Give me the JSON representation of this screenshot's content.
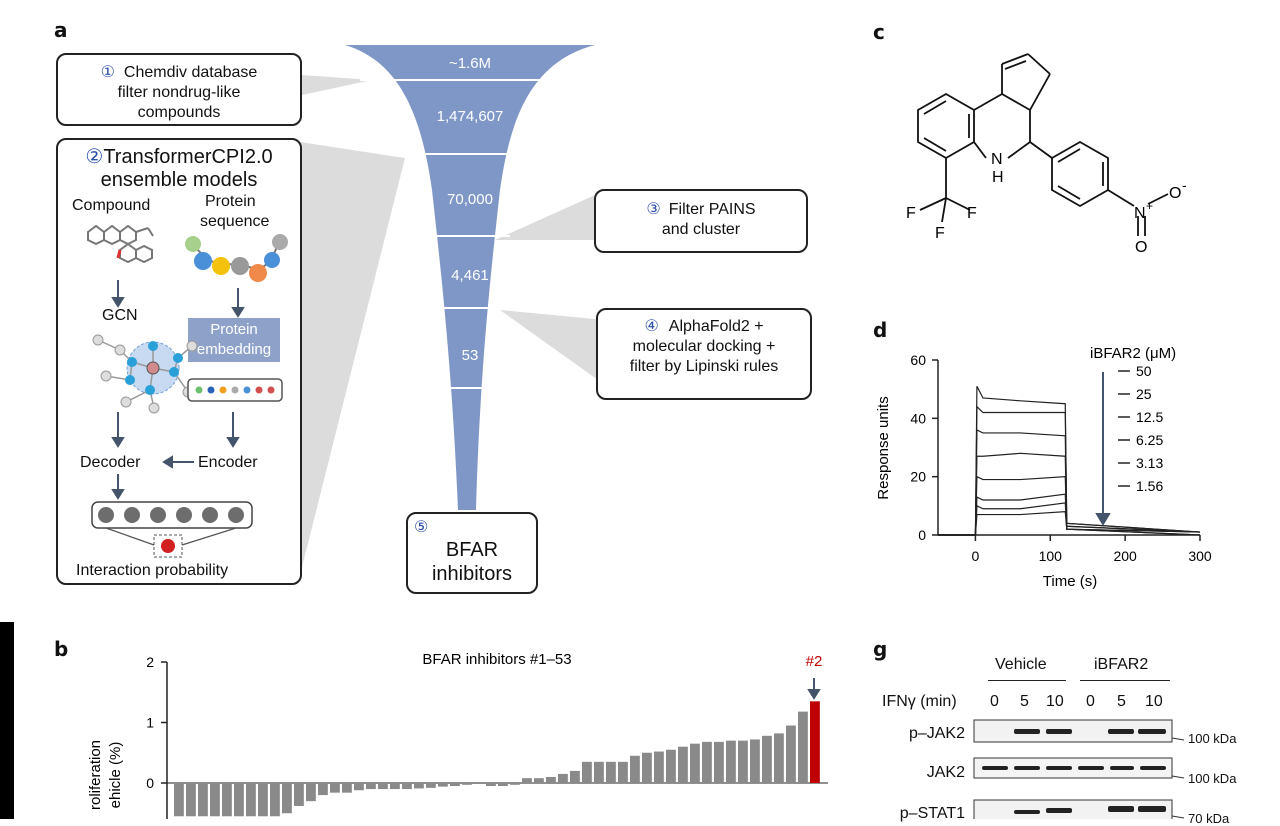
{
  "panel_a": {
    "label": "a",
    "funnel_values": [
      "~1.6M",
      "1,474,607",
      "70,000",
      "4,461",
      "53"
    ],
    "step1": {
      "num": "①",
      "text1": "Chemdiv database",
      "text2": "filter nondrug-like",
      "text3": "compounds"
    },
    "step2": {
      "num": "②",
      "title1": "TransformerCPI2.0",
      "title2": "ensemble models",
      "compound": "Compound",
      "protein1": "Protein",
      "protein2": "sequence",
      "gcn": "GCN",
      "emb1": "Protein",
      "emb2": "embedding",
      "decoder": "Decoder",
      "encoder": "Encoder",
      "interaction": "Interaction probability"
    },
    "step3": {
      "num": "③",
      "text1": "Filter PAINS",
      "text2": "and cluster"
    },
    "step4": {
      "num": "④",
      "text1": "AlphaFold2 +",
      "text2": "molecular docking +",
      "text3": "filter by Lipinski rules"
    },
    "step5": {
      "num": "⑤",
      "text1": "BFAR",
      "text2": "inhibitors"
    }
  },
  "panel_c": {
    "label": "c",
    "atoms": {
      "nh": "N",
      "h": "H",
      "f1": "F",
      "f2": "F",
      "f3": "F",
      "n": "N",
      "plus": "+",
      "o1": "O",
      "minus": "-",
      "o2": "O"
    }
  },
  "panel_d": {
    "label": "d",
    "chart_data": {
      "type": "line",
      "xlabel": "Time (s)",
      "ylabel": "Response units",
      "xticks": [
        "0",
        "100",
        "200",
        "300"
      ],
      "yticks": [
        "0",
        "20",
        "40",
        "60"
      ],
      "xlim": [
        -50,
        300
      ],
      "ylim": [
        0,
        60
      ],
      "legend_title": "iBFAR2 (μM)",
      "series": [
        {
          "name": "50",
          "values": [
            [
              -50,
              0
            ],
            [
              0,
              0
            ],
            [
              2,
              51
            ],
            [
              10,
              47
            ],
            [
              60,
              46
            ],
            [
              120,
              45
            ],
            [
              122,
              4
            ],
            [
              300,
              1
            ]
          ]
        },
        {
          "name": "25",
          "values": [
            [
              -50,
              0
            ],
            [
              0,
              0
            ],
            [
              2,
              44
            ],
            [
              10,
              42
            ],
            [
              60,
              42
            ],
            [
              120,
              42
            ],
            [
              122,
              4
            ],
            [
              300,
              1
            ]
          ]
        },
        {
          "name": "12.5",
          "values": [
            [
              -50,
              0
            ],
            [
              0,
              0
            ],
            [
              2,
              36
            ],
            [
              10,
              35
            ],
            [
              60,
              35
            ],
            [
              120,
              34
            ],
            [
              122,
              3
            ],
            [
              300,
              1
            ]
          ]
        },
        {
          "name": "6.25",
          "values": [
            [
              -50,
              0
            ],
            [
              0,
              0
            ],
            [
              2,
              27
            ],
            [
              10,
              27
            ],
            [
              60,
              28
            ],
            [
              120,
              27
            ],
            [
              122,
              3
            ],
            [
              300,
              1
            ]
          ]
        },
        {
          "name": "3.13",
          "values": [
            [
              -50,
              0
            ],
            [
              0,
              0
            ],
            [
              2,
              20
            ],
            [
              10,
              19
            ],
            [
              60,
              19
            ],
            [
              120,
              20
            ],
            [
              122,
              2
            ],
            [
              300,
              1
            ]
          ]
        },
        {
          "name": "1.56",
          "values": [
            [
              -50,
              0
            ],
            [
              0,
              0
            ],
            [
              2,
              13
            ],
            [
              10,
              12
            ],
            [
              60,
              12
            ],
            [
              120,
              14
            ],
            [
              122,
              2
            ],
            [
              300,
              1
            ]
          ]
        },
        {
          "name": "",
          "values": [
            [
              -50,
              0
            ],
            [
              0,
              0
            ],
            [
              2,
              10
            ],
            [
              10,
              9
            ],
            [
              60,
              9
            ],
            [
              120,
              11
            ],
            [
              122,
              2
            ],
            [
              300,
              0
            ]
          ]
        },
        {
          "name": "",
          "values": [
            [
              -50,
              0
            ],
            [
              0,
              0
            ],
            [
              2,
              7
            ],
            [
              10,
              7
            ],
            [
              60,
              7
            ],
            [
              120,
              8
            ],
            [
              122,
              2
            ],
            [
              300,
              0
            ]
          ]
        }
      ]
    }
  },
  "panel_b": {
    "label": "b",
    "chart_data": {
      "type": "bar",
      "title": "BFAR inhibitors #1–53",
      "ylabel_line1": "roliferation",
      "ylabel_line2": "ehicle (%)",
      "yticks": [
        "2",
        "1",
        "0"
      ],
      "ylim": [
        -0.6,
        2
      ],
      "highlight_label": "#2",
      "highlight_index": 52,
      "bar_color": "#8a8a8a",
      "highlight_color": "#c00000",
      "values": [
        -0.55,
        -0.55,
        -0.55,
        -0.55,
        -0.55,
        -0.55,
        -0.55,
        -0.55,
        -0.55,
        -0.5,
        -0.38,
        -0.3,
        -0.2,
        -0.16,
        -0.16,
        -0.12,
        -0.1,
        -0.1,
        -0.1,
        -0.1,
        -0.09,
        -0.08,
        -0.06,
        -0.05,
        -0.03,
        0,
        -0.05,
        -0.05,
        -0.03,
        0.08,
        0.08,
        0.1,
        0.15,
        0.2,
        0.35,
        0.35,
        0.35,
        0.35,
        0.45,
        0.5,
        0.52,
        0.55,
        0.6,
        0.65,
        0.68,
        0.68,
        0.7,
        0.7,
        0.72,
        0.78,
        0.82,
        0.95,
        1.18,
        1.35
      ]
    }
  },
  "panel_g": {
    "label": "g",
    "group1": "Vehicle",
    "group2": "iBFAR2",
    "ifn_label": "IFNγ (min)",
    "times": [
      "0",
      "5",
      "10",
      "0",
      "5",
      "10"
    ],
    "rows": [
      {
        "name": "p–JAK2",
        "kda": "100 kDa"
      },
      {
        "name": "JAK2",
        "kda": "100 kDa"
      },
      {
        "name": "p–STAT1",
        "kda": "70 kDa"
      }
    ]
  }
}
